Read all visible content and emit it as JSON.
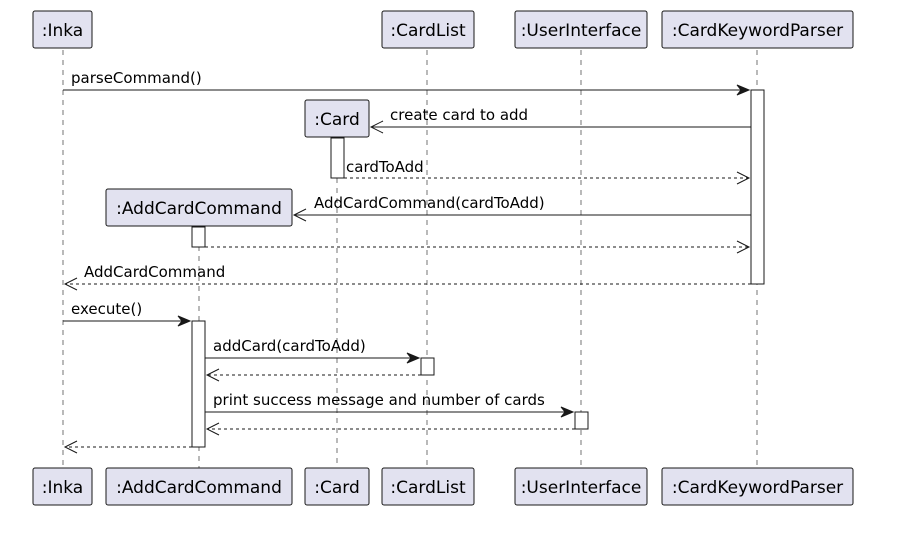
{
  "participants": {
    "inka": ":Inka",
    "card_list": ":CardList",
    "user_interface": ":UserInterface",
    "card_keyword_parser": ":CardKeywordParser",
    "card": ":Card",
    "add_card_command": ":AddCardCommand"
  },
  "messages": {
    "parse_command": "parseCommand()",
    "create_card": "create card to add",
    "card_to_add": "cardToAdd",
    "add_card_command_ctor": "AddCardCommand(cardToAdd)",
    "add_card_command_return": "AddCardCommand",
    "execute": "execute()",
    "add_card": "addCard(cardToAdd)",
    "print_success": "print success message and number of cards"
  }
}
